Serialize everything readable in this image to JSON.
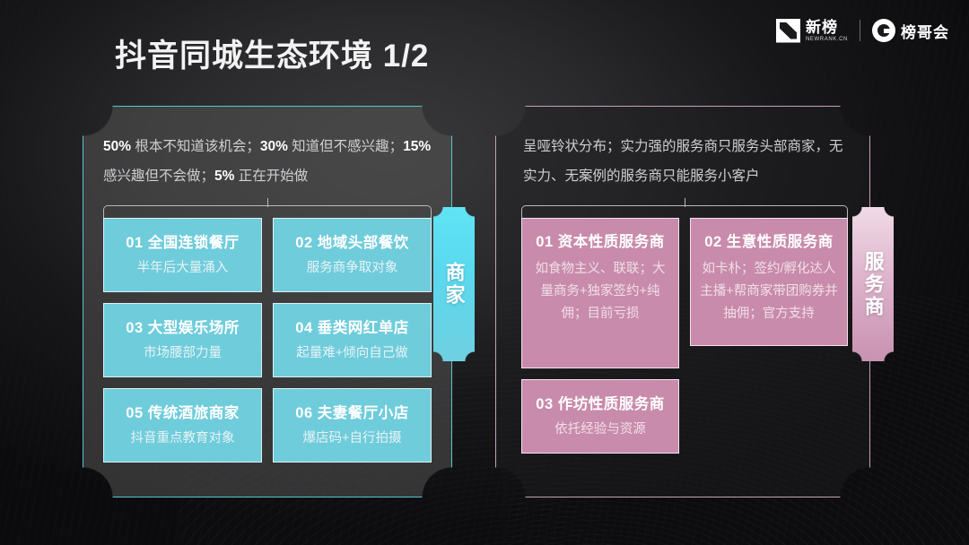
{
  "header": {
    "title": "抖音同城生态环境 1/2",
    "logos": [
      {
        "name": "newrank",
        "cn": "新榜",
        "en": "NEWRANK.CN"
      },
      {
        "name": "banggehui",
        "cn": "榜哥会",
        "mark": "G"
      }
    ]
  },
  "panels": {
    "left": {
      "tab_label": "商家",
      "accent": "#6fccdb",
      "border_color": "#59c6cf",
      "lead_parts": [
        {
          "strong": "50%",
          "text": " 根本不知道该机会；"
        },
        {
          "strong": "30%",
          "text": " 知道但不感兴趣；"
        },
        {
          "strong": "15%",
          "text": " 感兴趣但不会做；"
        },
        {
          "strong": "5%",
          "text": " 正在开始做"
        }
      ],
      "cards": [
        {
          "num": "01",
          "title": "全国连锁餐厅",
          "sub": "半年后大量涌入"
        },
        {
          "num": "02",
          "title": "地域头部餐饮",
          "sub": "服务商争取对象"
        },
        {
          "num": "03",
          "title": "大型娱乐场所",
          "sub": "市场腰部力量"
        },
        {
          "num": "04",
          "title": "垂类网红单店",
          "sub": "起量难+倾向自己做"
        },
        {
          "num": "05",
          "title": "传统酒旅商家",
          "sub": "抖音重点教育对象"
        },
        {
          "num": "06",
          "title": "夫妻餐厅小店",
          "sub": "爆店码+自行拍摄"
        }
      ]
    },
    "right": {
      "tab_label": "服务商",
      "accent": "#c98bab",
      "border_color": "#c7a0b6",
      "lead_text": "呈哑铃状分布；实力强的服务商只服务头部商家，无实力、无案例的服务商只能服务小客户",
      "cards": [
        {
          "num": "01",
          "title": "资本性质服务商",
          "sub": "如食物主义、联联；大量商务+独家签约+纯佣；目前亏损"
        },
        {
          "num": "02",
          "title": "生意性质服务商",
          "sub": "如卡朴；签约/孵化达人主播+帮商家带团购券并抽佣；官方支持"
        },
        {
          "num": "03",
          "title": "作坊性质服务商",
          "sub": "依托经验与资源"
        }
      ]
    }
  }
}
